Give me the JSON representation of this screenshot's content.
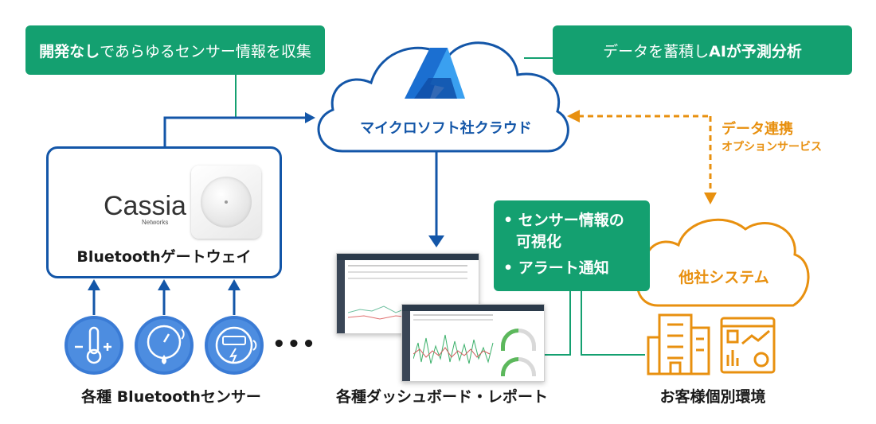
{
  "top_left_box": {
    "bold": "開発なし",
    "rest": "であらゆるセンサー情報を収集"
  },
  "top_right_box": {
    "rest": "データを蓄積し",
    "bold": "AIが予測分析"
  },
  "cloud_main": {
    "label": "マイクロソフト社クラウド"
  },
  "gateway": {
    "brand": "Cassia",
    "brand_sub": "Networks",
    "label": "Bluetoothゲートウェイ"
  },
  "sensors": {
    "icons": [
      "thermometer-icon",
      "gauge-icon",
      "meter-icon"
    ],
    "more": "•••",
    "label": "各種 Bluetoothセンサー"
  },
  "dashboard": {
    "label": "各種ダッシュボード・レポート"
  },
  "features": {
    "items": [
      "• センサー情報の",
      "可視化",
      "• アラート通知"
    ]
  },
  "other_system": {
    "label": "他社システム"
  },
  "data_link": {
    "line1": "データ連携",
    "line2": "オプションサービス"
  },
  "customer_env": {
    "label": "お客様個別環境"
  },
  "colors": {
    "green": "#14a070",
    "blue": "#1356a8",
    "orange": "#e8900f"
  }
}
